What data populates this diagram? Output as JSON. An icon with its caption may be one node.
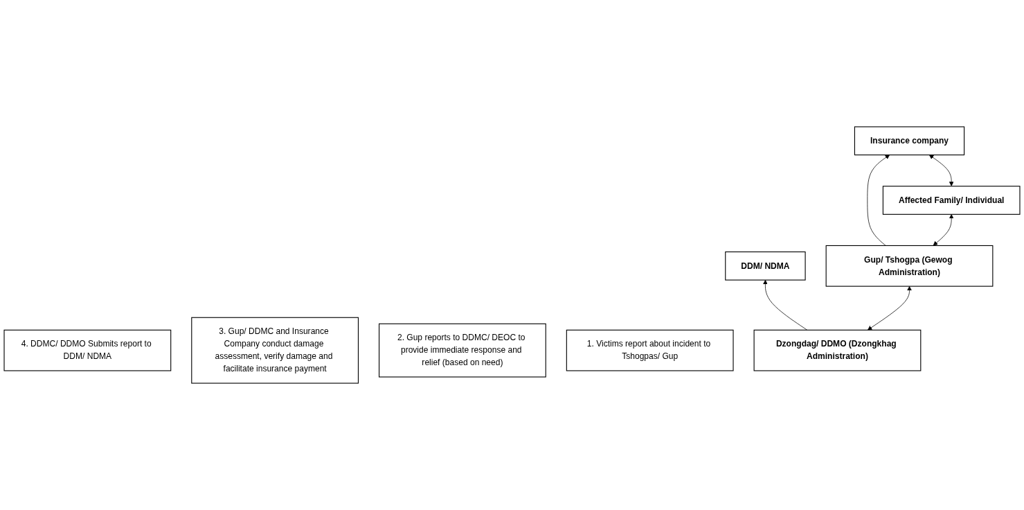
{
  "diagram": {
    "nodes": [
      {
        "text": [
          "4. DDMC/ DDMO Submits report to DDM/ NDMA"
        ]
      },
      {
        "text": [
          "3. Gup/ DDMC and Insurance Company conduct damage assessment, verify damage and facilitate insurance payment"
        ]
      },
      {
        "text": [
          "2. Gup reports to DDMC/ DEOC to provide immediate response and relief (based on need)"
        ]
      },
      {
        "text": [
          "1. Victims report about incident to Tshogpas/ Gup"
        ]
      },
      {
        "text": [
          "DDM/ NDMA"
        ]
      },
      {
        "text": [
          "Dzongdag/ DDMO (Dzongkhag Administration)"
        ]
      },
      {
        "text": [
          "Gup/ Tshogpa (Gewog Administration)"
        ]
      },
      {
        "text": [
          "Insurance company"
        ]
      },
      {
        "text": [
          "Affected Family/ Individual"
        ]
      }
    ],
    "edges": [
      {
        "from": 5,
        "to": 4,
        "arrow": "to"
      },
      {
        "from": 5,
        "to": 6,
        "arrow": "both"
      },
      {
        "from": 6,
        "to": 7,
        "arrow": "to"
      },
      {
        "from": 6,
        "to": 8,
        "arrow": "both"
      },
      {
        "from": 8,
        "to": 7,
        "arrow": "both"
      }
    ]
  }
}
